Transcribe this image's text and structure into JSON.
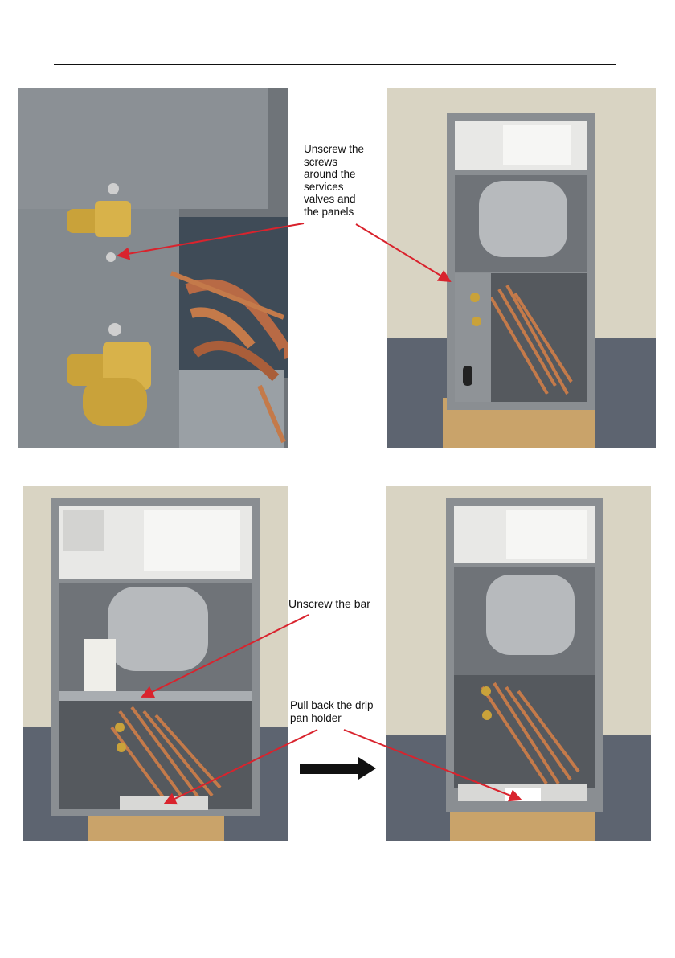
{
  "captions": {
    "step1": "Unscrew the\nscrews\naround the\nservices\nvalves and\nthe panels",
    "step2": "Unscrew the bar",
    "step3": "Pull back the drip\npan holder"
  },
  "photos": {
    "p1": "service valves close-up",
    "p2": "air handler with panels",
    "p3": "air handler front open",
    "p4": "air handler drip pan pulled"
  },
  "colors": {
    "arrow": "#d9232d",
    "next_arrow": "#111111",
    "cabinet": "#8a8e92",
    "brass": "#c9a23a",
    "copper": "#c47a4a",
    "floor": "#5d6470",
    "wall": "#d9d4c3",
    "wood": "#c9a36a"
  }
}
